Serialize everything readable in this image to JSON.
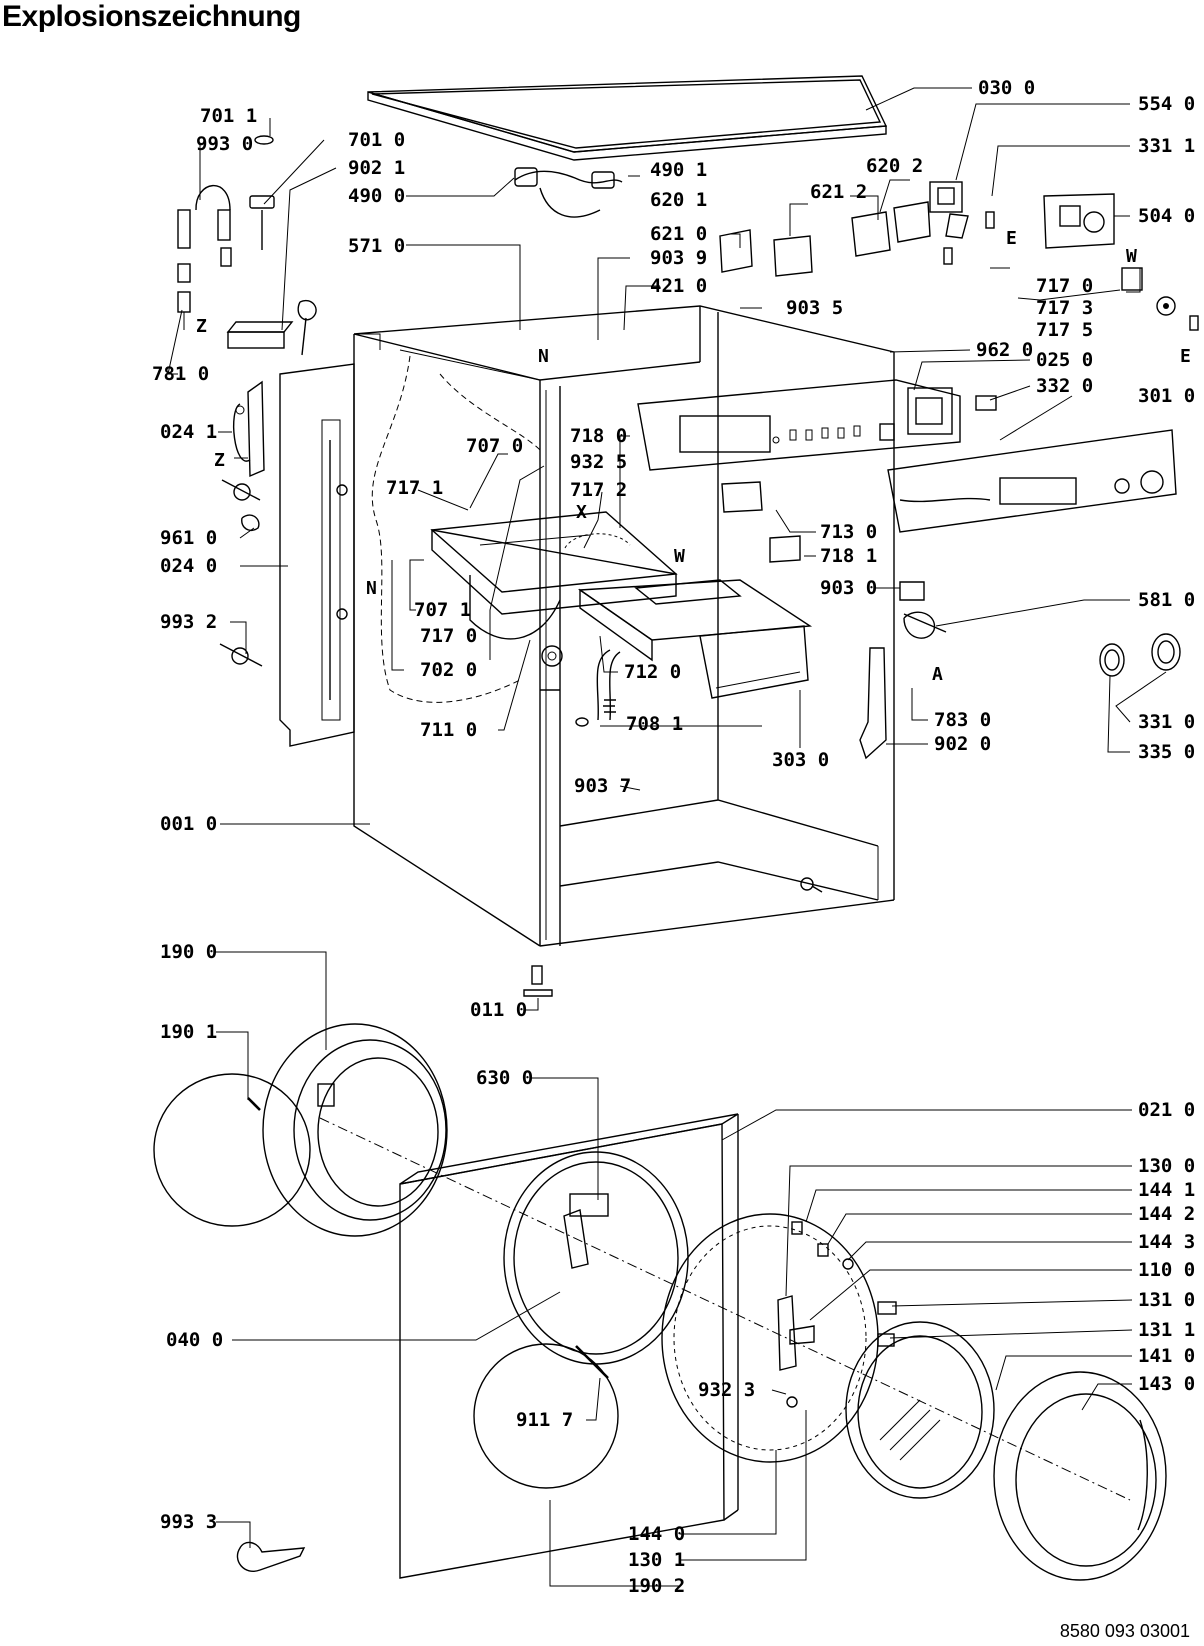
{
  "title": "Explosionszeichnung",
  "document_number": "8580 093 03001",
  "labels": [
    {
      "id": "701-1",
      "text": "701 1"
    },
    {
      "id": "993-0",
      "text": "993 0"
    },
    {
      "id": "701-0",
      "text": "701 0"
    },
    {
      "id": "902-1",
      "text": "902 1"
    },
    {
      "id": "490-0",
      "text": "490 0"
    },
    {
      "id": "490-1",
      "text": "490 1"
    },
    {
      "id": "030-0",
      "text": "030 0"
    },
    {
      "id": "554-0",
      "text": "554 0"
    },
    {
      "id": "331-1",
      "text": "331 1"
    },
    {
      "id": "620-2",
      "text": "620 2"
    },
    {
      "id": "620-1",
      "text": "620 1"
    },
    {
      "id": "621-2",
      "text": "621 2"
    },
    {
      "id": "621-0",
      "text": "621 0"
    },
    {
      "id": "504-0",
      "text": "504 0"
    },
    {
      "id": "571-0",
      "text": "571 0"
    },
    {
      "id": "903-9",
      "text": "903 9"
    },
    {
      "id": "421-0",
      "text": "421 0"
    },
    {
      "id": "903-5",
      "text": "903 5"
    },
    {
      "id": "717-0a",
      "text": "717 0"
    },
    {
      "id": "717-3",
      "text": "717 3"
    },
    {
      "id": "717-5",
      "text": "717 5"
    },
    {
      "id": "962-0",
      "text": "962 0"
    },
    {
      "id": "025-0",
      "text": "025 0"
    },
    {
      "id": "332-0",
      "text": "332 0"
    },
    {
      "id": "301-0",
      "text": "301 0"
    },
    {
      "id": "781-0",
      "text": "781 0"
    },
    {
      "id": "024-1",
      "text": "024 1"
    },
    {
      "id": "707-0",
      "text": "707 0"
    },
    {
      "id": "718-0",
      "text": "718 0"
    },
    {
      "id": "932-5",
      "text": "932 5"
    },
    {
      "id": "717-1",
      "text": "717 1"
    },
    {
      "id": "717-2",
      "text": "717 2"
    },
    {
      "id": "961-0",
      "text": "961 0"
    },
    {
      "id": "024-0",
      "text": "024 0"
    },
    {
      "id": "713-0",
      "text": "713 0"
    },
    {
      "id": "718-1",
      "text": "718 1"
    },
    {
      "id": "903-0",
      "text": "903 0"
    },
    {
      "id": "707-1",
      "text": "707 1"
    },
    {
      "id": "717-0b",
      "text": "717 0"
    },
    {
      "id": "993-2",
      "text": "993 2"
    },
    {
      "id": "581-0",
      "text": "581 0"
    },
    {
      "id": "702-0",
      "text": "702 0"
    },
    {
      "id": "712-0",
      "text": "712 0"
    },
    {
      "id": "783-0",
      "text": "783 0"
    },
    {
      "id": "331-0",
      "text": "331 0"
    },
    {
      "id": "708-1",
      "text": "708 1"
    },
    {
      "id": "711-0",
      "text": "711 0"
    },
    {
      "id": "902-0",
      "text": "902 0"
    },
    {
      "id": "303-0",
      "text": "303 0"
    },
    {
      "id": "335-0",
      "text": "335 0"
    },
    {
      "id": "903-7",
      "text": "903 7"
    },
    {
      "id": "001-0",
      "text": "001 0"
    },
    {
      "id": "190-0",
      "text": "190 0"
    },
    {
      "id": "011-0",
      "text": "011 0"
    },
    {
      "id": "190-1",
      "text": "190 1"
    },
    {
      "id": "630-0",
      "text": "630 0"
    },
    {
      "id": "021-0",
      "text": "021 0"
    },
    {
      "id": "130-0",
      "text": "130 0"
    },
    {
      "id": "144-1",
      "text": "144 1"
    },
    {
      "id": "144-2",
      "text": "144 2"
    },
    {
      "id": "144-3",
      "text": "144 3"
    },
    {
      "id": "110-0",
      "text": "110 0"
    },
    {
      "id": "131-0",
      "text": "131 0"
    },
    {
      "id": "040-0",
      "text": "040 0"
    },
    {
      "id": "131-1",
      "text": "131 1"
    },
    {
      "id": "141-0",
      "text": "141 0"
    },
    {
      "id": "932-3",
      "text": "932 3"
    },
    {
      "id": "143-0",
      "text": "143 0"
    },
    {
      "id": "911-7",
      "text": "911 7"
    },
    {
      "id": "993-3",
      "text": "993 3"
    },
    {
      "id": "144-0",
      "text": "144 0"
    },
    {
      "id": "130-1",
      "text": "130 1"
    },
    {
      "id": "190-2",
      "text": "190 2"
    }
  ],
  "markers": {
    "z1": "Z",
    "z2": "Z",
    "n1": "N",
    "n2": "N",
    "e1": "E",
    "e2": "E",
    "w1": "W",
    "w2": "W",
    "x": "X",
    "a": "A"
  }
}
